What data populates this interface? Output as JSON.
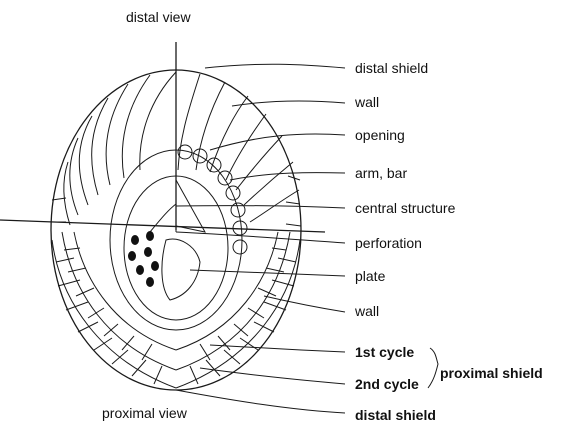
{
  "diagram": {
    "view_labels": {
      "distal": "distal view",
      "proximal": "proximal view"
    },
    "labels": {
      "distal_shield_top": "distal shield",
      "wall_top": "wall",
      "opening": "opening",
      "arm_bar": "arm, bar",
      "central_structure": "central structure",
      "perforation": "perforation",
      "plate": "plate",
      "wall_bottom": "wall",
      "first_cycle": "1st cycle",
      "second_cycle": "2nd cycle",
      "proximal_shield": "proximal shield",
      "distal_shield_bottom": "distal shield"
    }
  }
}
